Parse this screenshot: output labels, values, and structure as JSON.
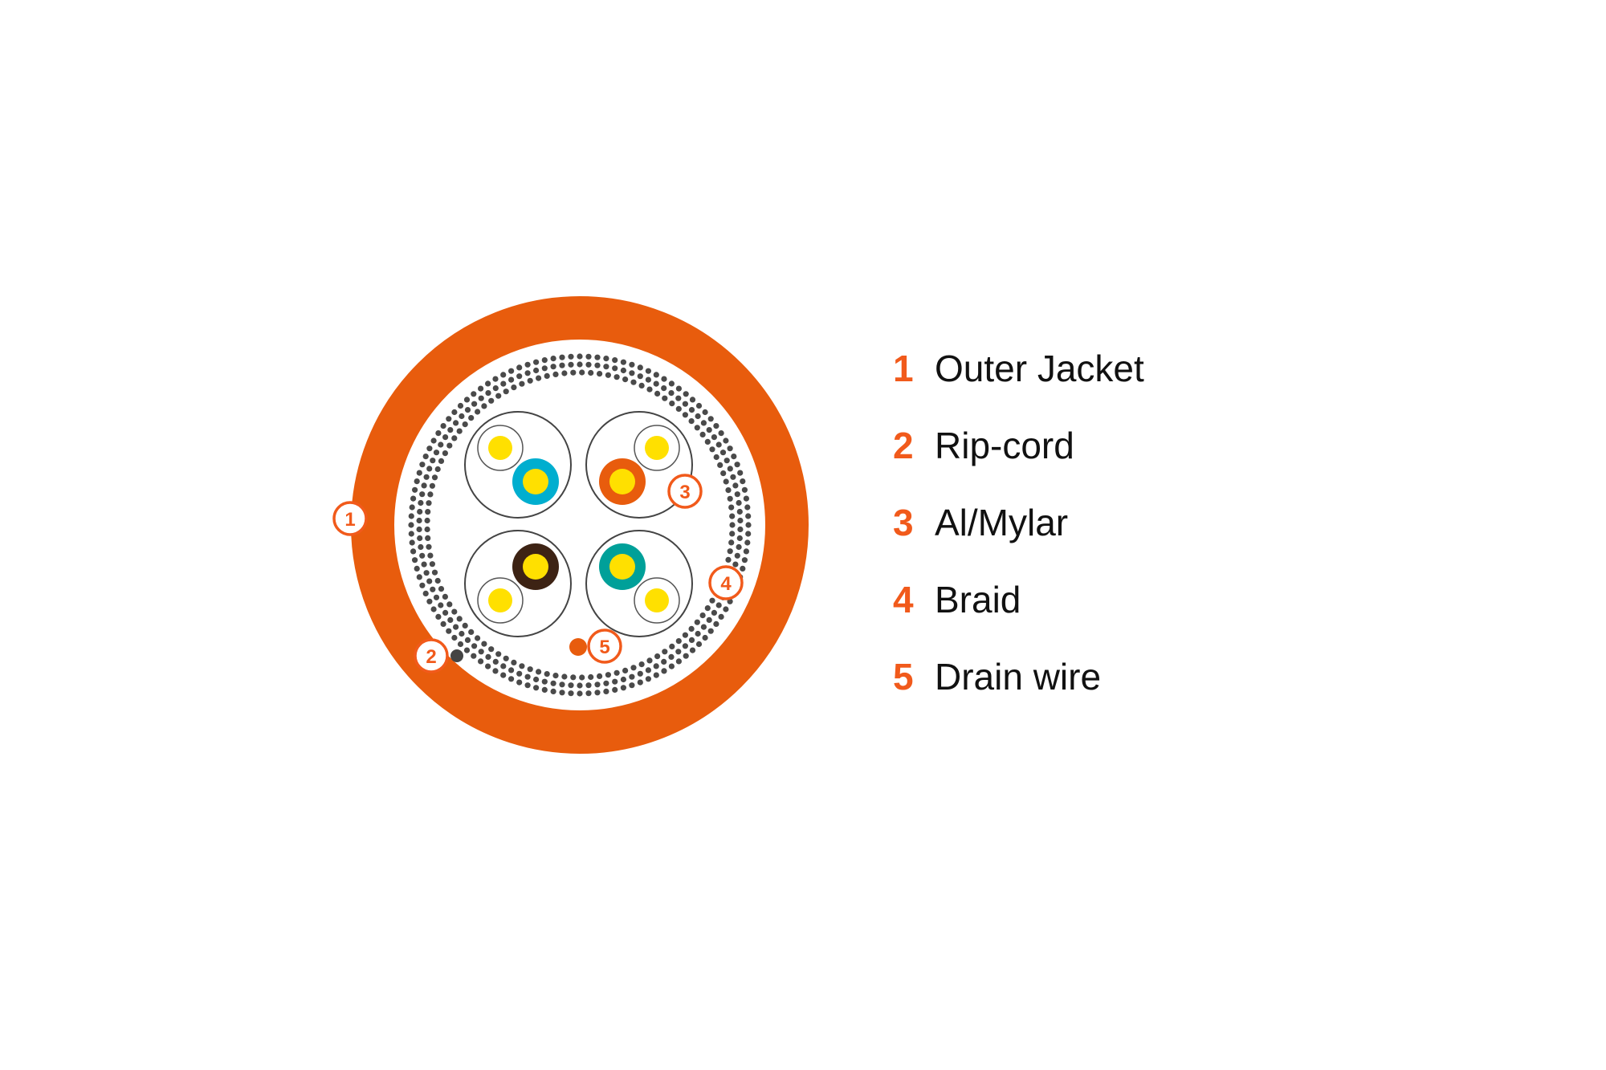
{
  "colors": {
    "jacket": "#e85c0d",
    "callout": "#f15a1b",
    "conductor": "#ffe000",
    "braid": "#4a4a4a",
    "pair_blue": "#00aecf",
    "pair_orange": "#e85c0d",
    "pair_brown": "#3d2314",
    "pair_green": "#00a099"
  },
  "callouts": [
    "1",
    "2",
    "3",
    "4",
    "5"
  ],
  "legend": [
    {
      "number": "1",
      "label": "Outer Jacket"
    },
    {
      "number": "2",
      "label": "Rip-cord"
    },
    {
      "number": "3",
      "label": "Al/Mylar"
    },
    {
      "number": "4",
      "label": "Braid"
    },
    {
      "number": "5",
      "label": "Drain wire"
    }
  ]
}
